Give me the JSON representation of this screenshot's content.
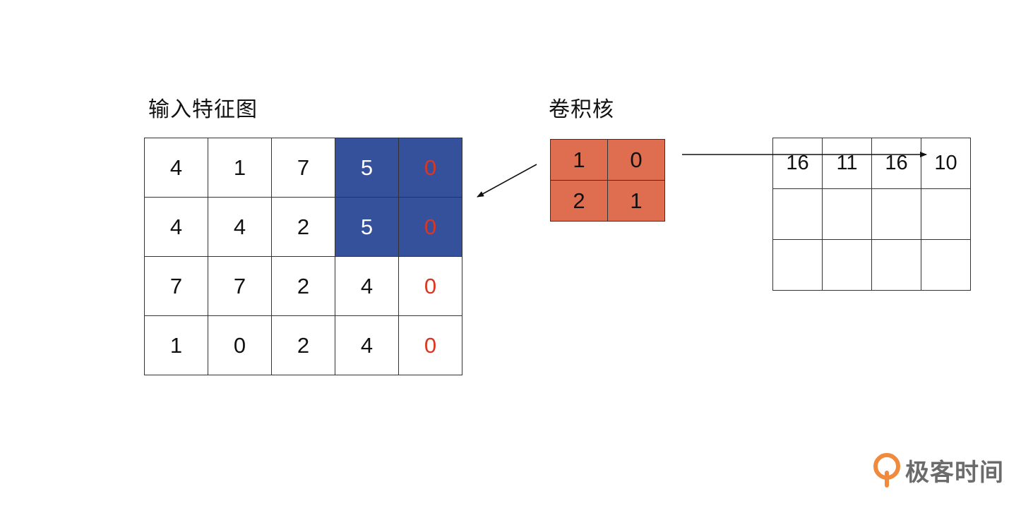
{
  "input_title": "输入特征图",
  "kernel_title": "卷积核",
  "input_grid": [
    [
      "4",
      "1",
      "7",
      "5",
      "0"
    ],
    [
      "4",
      "4",
      "2",
      "5",
      "0"
    ],
    [
      "7",
      "7",
      "2",
      "4",
      "0"
    ],
    [
      "1",
      "0",
      "2",
      "4",
      "0"
    ]
  ],
  "kernel_grid": [
    [
      "1",
      "0"
    ],
    [
      "2",
      "1"
    ]
  ],
  "output_grid": [
    [
      "16",
      "11",
      "16",
      "10"
    ],
    [
      "",
      "",
      "",
      ""
    ],
    [
      "",
      "",
      "",
      ""
    ]
  ],
  "highlight_cells": [
    [
      0,
      3
    ],
    [
      0,
      4
    ],
    [
      1,
      3
    ],
    [
      1,
      4
    ]
  ],
  "padding_column": 4,
  "colors": {
    "highlight": "#36519c",
    "kernel": "#df6d50",
    "padding_text": "#e0341f",
    "logo_accent": "#f08a3c",
    "logo_text": "#6b6b6b"
  },
  "logo": {
    "text": "极客时间",
    "icon": "geek-time-logo-icon"
  }
}
